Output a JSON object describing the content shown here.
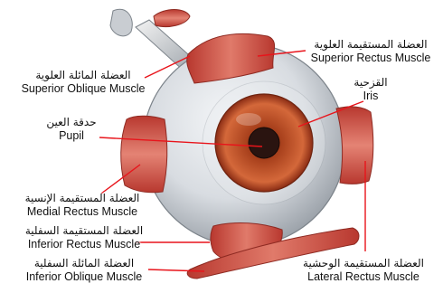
{
  "labels": {
    "superior_rectus": {
      "ar": "العضلة المستقيمة العلوية",
      "en": "Superior Rectus Muscle"
    },
    "superior_oblique": {
      "ar": "العضلة المائلة العلوية",
      "en": "Superior Oblique Muscle"
    },
    "iris": {
      "ar": "القزحية",
      "en": "Iris"
    },
    "pupil": {
      "ar": "حدقة العين",
      "en": "Pupil"
    },
    "medial_rectus": {
      "ar": "العضلة المستقيمة الإنسية",
      "en": "Medial Rectus Muscle"
    },
    "inferior_rectus": {
      "ar": "العضلة المستقيمة السفلية",
      "en": "Inferior Rectus Muscle"
    },
    "inferior_oblique": {
      "ar": "العضلة المائلة السفلية",
      "en": "Inferior Oblique Muscle"
    },
    "lateral_rectus": {
      "ar": "العضلة المستقيمة الوحشية",
      "en": "Lateral Rectus Muscle"
    }
  },
  "colors": {
    "leader_line": "#e8141b",
    "sclera": "#d9dde2",
    "muscle": "#d2554a",
    "iris": "#c4562a",
    "pupil": "#2a1410"
  }
}
